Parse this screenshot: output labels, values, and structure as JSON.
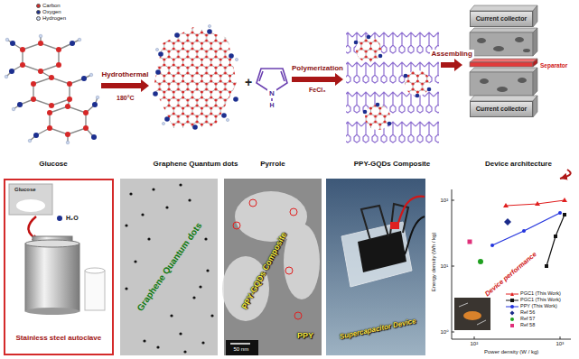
{
  "diagram": {
    "nodes": [
      {
        "text": [
          "Glucose"
        ]
      },
      {
        "text": [
          "Graphene Quantum dots"
        ]
      },
      {
        "text": [
          "Pyrrole"
        ]
      },
      {
        "text": [
          "PPY-GQDs Composite"
        ]
      },
      {
        "text": [
          "Device architecture"
        ]
      },
      {
        "text": [
          "Current collector"
        ],
        "in": 4
      },
      {
        "text": [
          "Current collector"
        ],
        "in": 4
      },
      {
        "text": [
          "Glucose",
          "H₂O",
          "Stainless steel autoclave"
        ]
      },
      {
        "text": [
          "Graphene Quantum dots"
        ]
      },
      {
        "text": [
          "PPY-GQDs Composite",
          "PPY"
        ]
      },
      {
        "text": [
          "Supercapacitor Device"
        ]
      },
      {
        "text": [
          "Device performance"
        ]
      }
    ],
    "edges": [
      {
        "from": 0,
        "to": 1,
        "arrow": "to",
        "label": "Hydrothermal"
      },
      {
        "from": 2,
        "to": 3,
        "arrow": "to",
        "label": "Polymerization"
      },
      {
        "from": 3,
        "to": 4,
        "arrow": "to",
        "label": "Assembling"
      },
      {
        "from": 4,
        "to": 11,
        "arrow": "to"
      }
    ],
    "labels": [
      "180°C",
      "+",
      "N",
      "H",
      "FeCl₃",
      "Separator",
      "50 nm",
      "Energy density (Wh / kg)",
      "Power density (W / kg)",
      "10²",
      "10¹",
      "10⁰",
      "10²",
      "10³"
    ],
    "legend": [
      {
        "text": "Carbon",
        "color": "#d62828"
      },
      {
        "text": "Oxygen",
        "color": "#1c2f8f"
      },
      {
        "text": "Hydrogen",
        "color": "#c9d6ee"
      },
      {
        "text": "PGC1 (This Work)"
      },
      {
        "text": "PGC1 (This Work)"
      },
      {
        "text": "PPY (This Work)"
      },
      {
        "text": "Ref 56"
      },
      {
        "text": "Ref 57"
      },
      {
        "text": "Ref 58"
      }
    ]
  }
}
